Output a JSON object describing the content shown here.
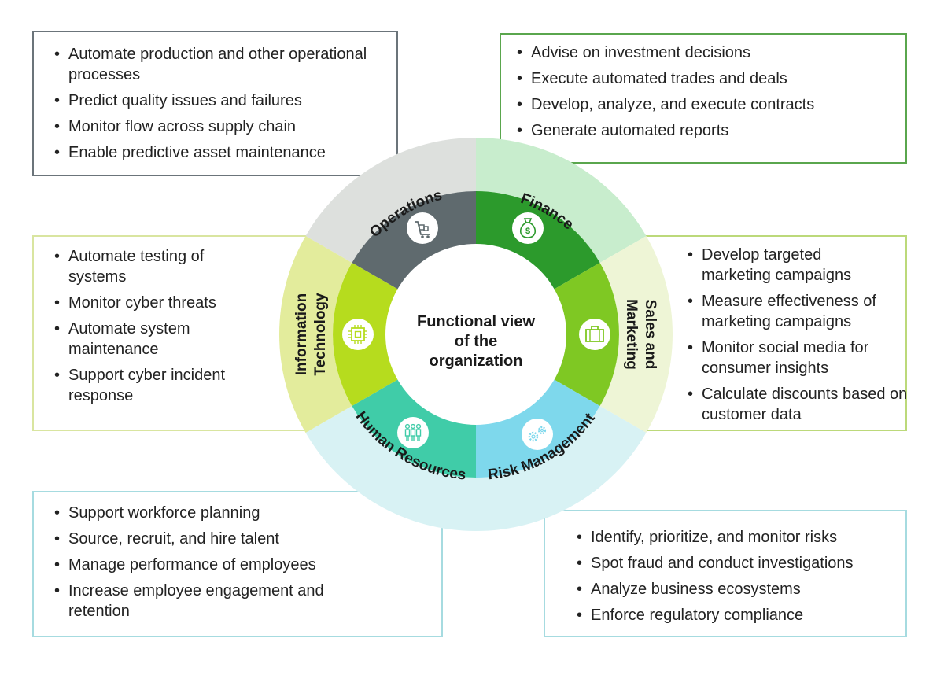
{
  "center": {
    "lines": [
      "Functional view",
      "of the",
      "organization"
    ]
  },
  "segments": [
    {
      "key": "operations",
      "label": "Operations",
      "icon": "cart-icon",
      "outer_color": "#dde0dd",
      "inner_color": "#5f6a6e"
    },
    {
      "key": "finance",
      "label": "Finance",
      "icon": "money-bag-icon",
      "outer_color": "#c8edcd",
      "inner_color": "#2c9a2c"
    },
    {
      "key": "sales",
      "label_lines": [
        "Sales and",
        "Marketing"
      ],
      "icon": "briefcase-icon",
      "outer_color": "#eef5d6",
      "inner_color": "#7fc823"
    },
    {
      "key": "risk",
      "label": "Risk Management",
      "icon": "gears-icon",
      "outer_color": "#d8f2f4",
      "inner_color": "#7ed8ec"
    },
    {
      "key": "hr",
      "label": "Human Resources",
      "icon": "people-icon",
      "outer_color": "#d8f2f4",
      "inner_color": "#40cca8"
    },
    {
      "key": "it",
      "label_lines": [
        "Information",
        "Technology"
      ],
      "icon": "chip-icon",
      "outer_color": "#e3ec9c",
      "inner_color": "#b6dc1e"
    }
  ],
  "boxes": {
    "operations": [
      "Automate production and other operational processes",
      "Predict quality issues and failures",
      "Monitor flow across supply chain",
      "Enable predictive asset maintenance"
    ],
    "finance": [
      "Advise on investment decisions",
      "Execute automated trades and deals",
      "Develop, analyze, and execute contracts",
      "Generate automated reports"
    ],
    "it": [
      "Automate testing of systems",
      "Monitor cyber threats",
      "Automate system maintenance",
      "Support cyber incident response"
    ],
    "sales": [
      "Develop targeted marketing campaigns",
      "Measure effectiveness of marketing campaigns",
      "Monitor social media for consumer insights",
      "Calculate discounts based on customer data"
    ],
    "hr": [
      "Support workforce planning",
      "Source, recruit, and hire talent",
      "Manage performance of employees",
      "Increase employee engagement and retention"
    ],
    "risk": [
      "Identify, prioritize, and monitor risks",
      "Spot fraud and conduct investigations",
      "Analyze business ecosystems",
      "Enforce regulatory compliance"
    ]
  }
}
